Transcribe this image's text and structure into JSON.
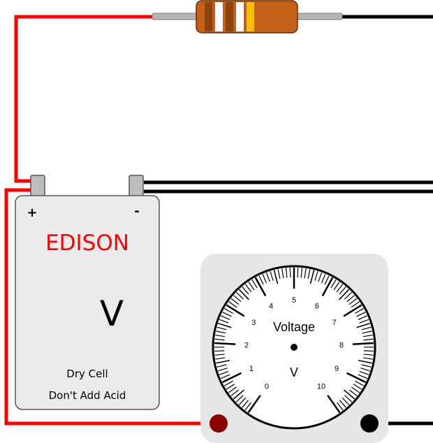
{
  "battery": {
    "brand": "EDISON",
    "voltage_label": "V",
    "plus_sign": "+",
    "minus_sign": "-",
    "line1": "Dry Cell",
    "line2": "Don't Add Acid"
  },
  "resistor": {
    "bands": [
      "#8b4513",
      "#ffffff",
      "#8b4513",
      "#ffffff",
      "#f2c200"
    ],
    "body_color": "#c4601a"
  },
  "voltmeter": {
    "title": "Voltage",
    "unit": "V",
    "scale_labels": [
      "0",
      "1",
      "2",
      "3",
      "4",
      "5",
      "6",
      "7",
      "8",
      "9",
      "10"
    ],
    "needle_reading": null
  },
  "wires": {
    "positive_color": "#ff0000",
    "negative_color": "#000000"
  },
  "terminals": {
    "red_terminal_color": "#8b0000",
    "black_terminal_color": "#000000"
  }
}
